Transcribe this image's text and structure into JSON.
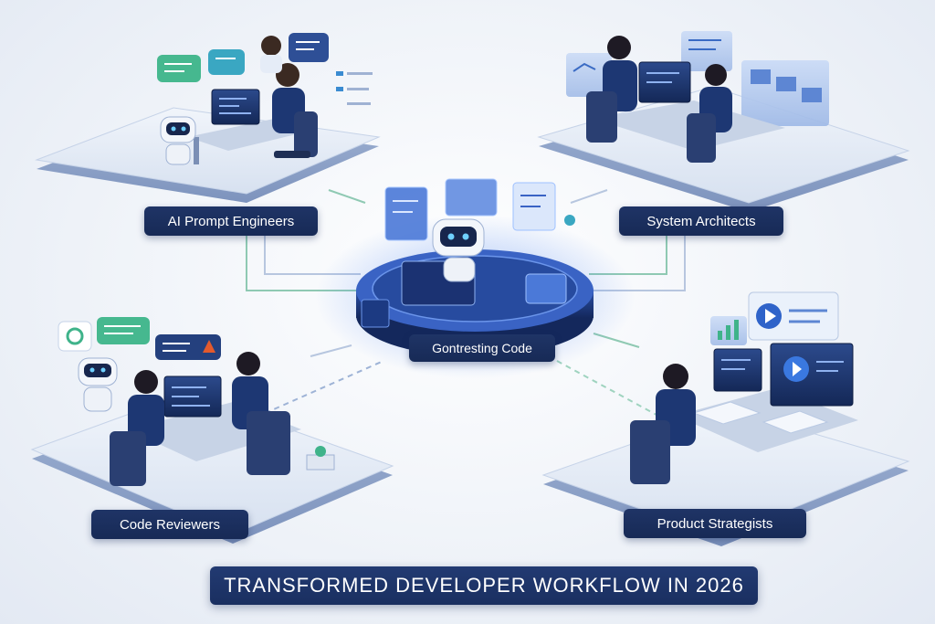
{
  "roles": {
    "prompt_engineers": "AI Prompt Engineers",
    "system_architects": "System Architects",
    "code_reviewers": "Code Reviewers",
    "product_strategists": "Product Strategists"
  },
  "hub": {
    "label": "Gontresting Code"
  },
  "banner": {
    "title": "TRANSFORMED DEVELOPER WORKFLOW IN 2026"
  },
  "colors": {
    "navy": "#1a2f60",
    "accent_blue": "#2f63c9",
    "accent_green": "#3fb38a",
    "platform": "#dde6f3",
    "warning": "#e35a2d"
  }
}
